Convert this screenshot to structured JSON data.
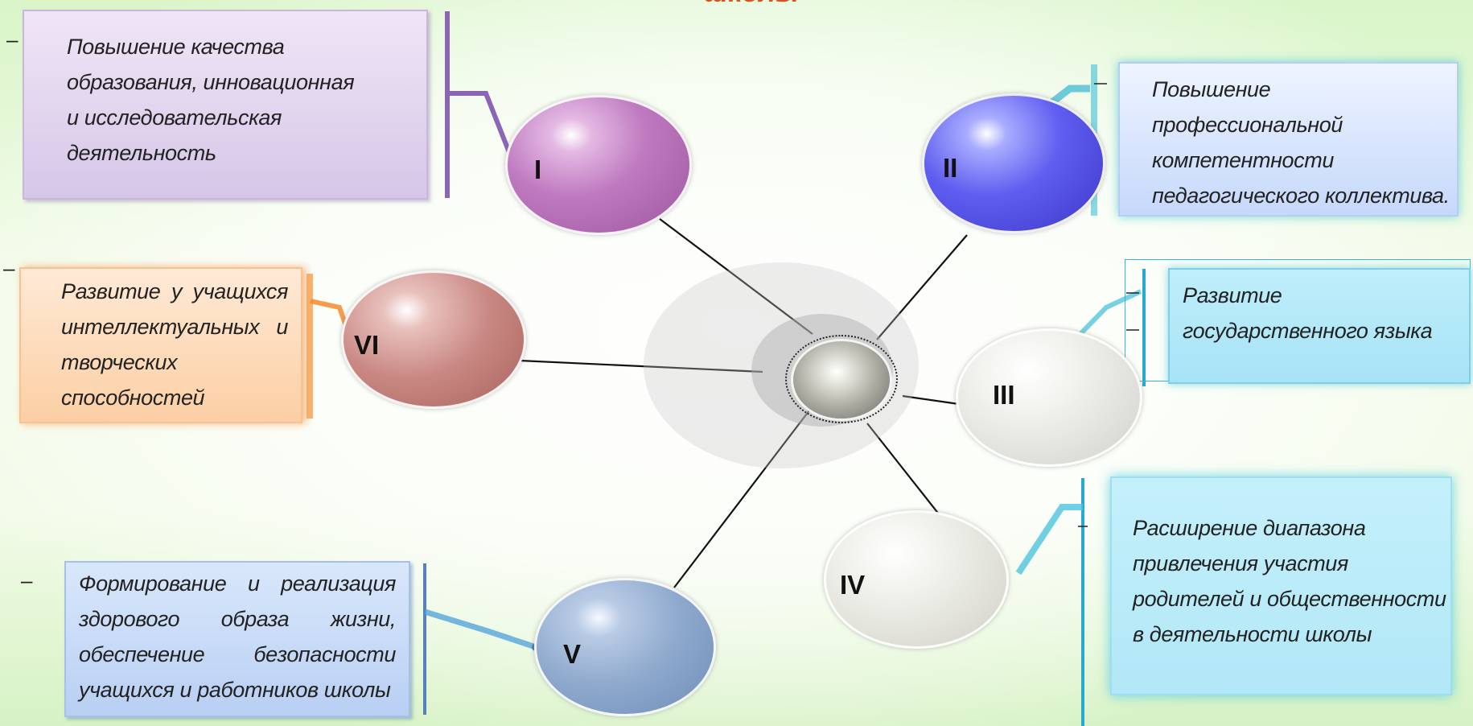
{
  "title": "школы",
  "nodes": [
    {
      "id": "I",
      "label": "I",
      "color": "#b06cb1",
      "text_lines": [
        "Повышение качества",
        "образования, инновационная",
        "и исследовательская",
        "деятельность"
      ]
    },
    {
      "id": "II",
      "label": "II",
      "color": "#5151e8",
      "text_lines": [
        "Повышение",
        "профессиональной",
        "компетентности",
        "педагогического коллектива."
      ]
    },
    {
      "id": "III",
      "label": "III",
      "color": "#e3e4de",
      "text_lines": [
        "Развитие",
        "государственного языка"
      ]
    },
    {
      "id": "IV",
      "label": "IV",
      "color": "#e3e3dc",
      "text_lines": [
        "Расширение диапазона",
        "привлечения участия",
        "родителей и общественности",
        "в деятельности школы"
      ]
    },
    {
      "id": "V",
      "label": "V",
      "color": "#8aa4c8",
      "text_lines": [
        "Формирование и реализация",
        "здорового образа жизни,",
        "обеспечение безопасности",
        "учащихся и работников школы"
      ]
    },
    {
      "id": "VI",
      "label": "VI",
      "color": "#c27f7a",
      "text_lines": [
        "Развитие у учащихся",
        "интеллектуальных и",
        "творческих",
        "способностей"
      ]
    }
  ],
  "bullet": "–"
}
